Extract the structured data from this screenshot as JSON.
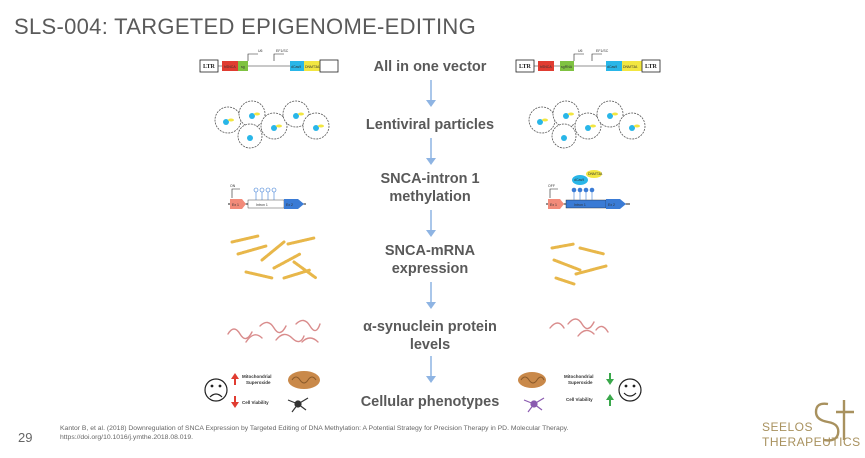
{
  "title": "SLS-004: TARGETED EPIGENOME-EDITING",
  "steps": [
    "All in one vector",
    "Lentiviral particles",
    "SNCA-intron 1",
    "methylation",
    "SNCA-mRNA",
    "expression",
    "α-synuclein protein",
    "levels",
    "Cellular phenotypes"
  ],
  "vector_left": [
    "LTR",
    "hSNCA",
    "sg",
    "U6",
    "EF1/SC",
    "dCas9",
    "DNMT3A"
  ],
  "vector_right": [
    "LTR",
    "hSNCA",
    "sgRNA",
    "U6",
    "EF1/SC",
    "dCas9",
    "DNMT3A",
    "LTR"
  ],
  "methylation_left": [
    "ON",
    "Ex 1",
    "Intron 1",
    "Ex 2"
  ],
  "methylation_right": [
    "OFF",
    "Ex 1",
    "Intron 1",
    "Ex 2",
    "dCas9",
    "DNMT3A"
  ],
  "phenotype_left": [
    "Mitochondrial",
    "Superoxide",
    "Cell Viability"
  ],
  "phenotype_right": [
    "Mitochondrial",
    "Superoxide",
    "Cell Viability"
  ],
  "colors": {
    "arrow": "#8eb4e3",
    "up": "#e03c31",
    "down": "#3aa84b",
    "mrna": "#e8b74a",
    "protein": "#d98c8c",
    "logo": "#a8915e"
  },
  "footer": {
    "line1": "Kantor B, et al. (2018) Downregulation of SNCA Expression by Targeted Editing of DNA Methylation: A Potential Strategy for Precision Therapy in PD. Molecular Therapy.",
    "line2": "https://doi.org/10.1016/j.ymthe.2018.08.019."
  },
  "page_number": "29",
  "logo": {
    "line1": "SEELOS",
    "line2": "THERAPEUTICS"
  }
}
